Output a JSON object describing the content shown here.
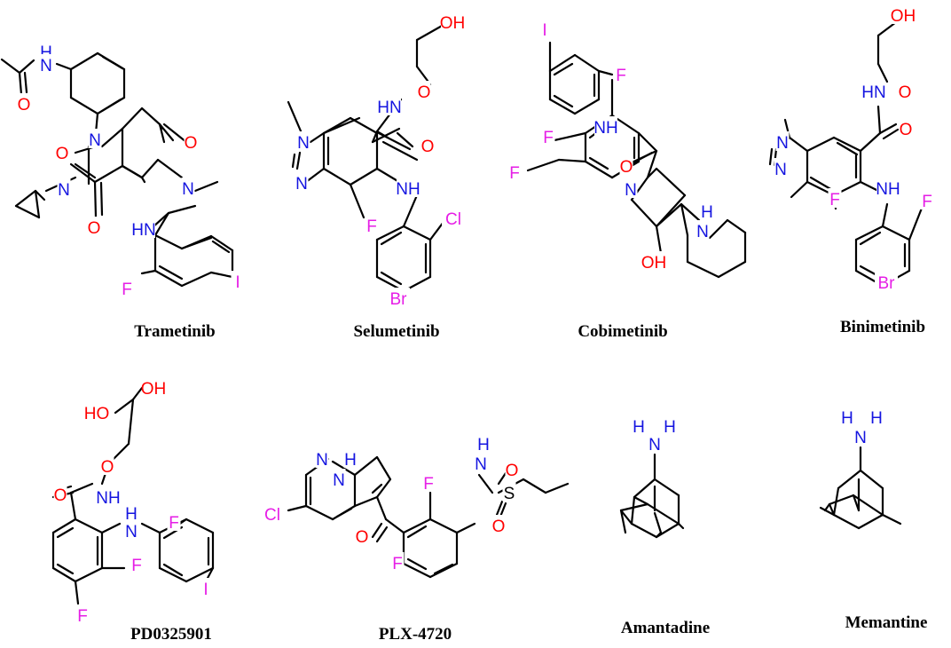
{
  "colors": {
    "bond": "#000000",
    "N": "#1414e0",
    "O": "#ff0000",
    "halogen": "#e61ee6",
    "label": "#000000"
  },
  "compounds": [
    {
      "name": "Trametinib",
      "atoms": [
        {
          "t": "H",
          "e": "N"
        },
        {
          "t": "N",
          "e": "N"
        },
        {
          "t": "O",
          "e": "O"
        },
        {
          "t": "N",
          "e": "N"
        },
        {
          "t": "O",
          "e": "O"
        },
        {
          "t": "O",
          "e": "O"
        },
        {
          "t": "N",
          "e": "N"
        },
        {
          "t": "N",
          "e": "N"
        },
        {
          "t": "O",
          "e": "O"
        },
        {
          "t": "HN",
          "e": "N"
        },
        {
          "t": "F",
          "e": "X"
        },
        {
          "t": "I",
          "e": "X"
        }
      ]
    },
    {
      "name": "Selumetinib",
      "atoms": [
        {
          "t": "OH",
          "e": "O"
        },
        {
          "t": "O",
          "e": "O"
        },
        {
          "t": "HN",
          "e": "N"
        },
        {
          "t": "O",
          "e": "O"
        },
        {
          "t": "N",
          "e": "N"
        },
        {
          "t": "N",
          "e": "N"
        },
        {
          "t": "NH",
          "e": "N"
        },
        {
          "t": "F",
          "e": "X"
        },
        {
          "t": "Cl",
          "e": "X"
        },
        {
          "t": "Br",
          "e": "X"
        }
      ]
    },
    {
      "name": "Cobimetinib",
      "atoms": [
        {
          "t": "I",
          "e": "X"
        },
        {
          "t": "F",
          "e": "X"
        },
        {
          "t": "NH",
          "e": "N"
        },
        {
          "t": "F",
          "e": "X"
        },
        {
          "t": "F",
          "e": "X"
        },
        {
          "t": "O",
          "e": "O"
        },
        {
          "t": "N",
          "e": "N"
        },
        {
          "t": "H",
          "e": "N"
        },
        {
          "t": "N",
          "e": "N"
        },
        {
          "t": "OH",
          "e": "O"
        }
      ]
    },
    {
      "name": "Binimetinib",
      "atoms": [
        {
          "t": "OH",
          "e": "O"
        },
        {
          "t": "HN",
          "e": "N"
        },
        {
          "t": "O",
          "e": "O"
        },
        {
          "t": "O",
          "e": "O"
        },
        {
          "t": "N",
          "e": "N"
        },
        {
          "t": "N",
          "e": "N"
        },
        {
          "t": "NH",
          "e": "N"
        },
        {
          "t": "F",
          "e": "X"
        },
        {
          "t": "F",
          "e": "X"
        },
        {
          "t": "Br",
          "e": "X"
        }
      ]
    },
    {
      "name": "PD0325901",
      "atoms": [
        {
          "t": "OH",
          "e": "O"
        },
        {
          "t": "HO",
          "e": "O"
        },
        {
          "t": "O",
          "e": "O"
        },
        {
          "t": "O",
          "e": "O"
        },
        {
          "t": "NH",
          "e": "N"
        },
        {
          "t": "H",
          "e": "N"
        },
        {
          "t": "N",
          "e": "N"
        },
        {
          "t": "F",
          "e": "X"
        },
        {
          "t": "F",
          "e": "X"
        },
        {
          "t": "F",
          "e": "X"
        },
        {
          "t": "I",
          "e": "X"
        }
      ]
    },
    {
      "name": "PLX-4720",
      "atoms": [
        {
          "t": "N",
          "e": "N"
        },
        {
          "t": "H",
          "e": "N"
        },
        {
          "t": "N",
          "e": "N"
        },
        {
          "t": "Cl",
          "e": "X"
        },
        {
          "t": "F",
          "e": "X"
        },
        {
          "t": "H",
          "e": "N"
        },
        {
          "t": "N",
          "e": "N"
        },
        {
          "t": "O",
          "e": "O"
        },
        {
          "t": "S",
          "e": "S"
        },
        {
          "t": "O",
          "e": "O"
        },
        {
          "t": "O",
          "e": "O"
        },
        {
          "t": "F",
          "e": "X"
        }
      ]
    },
    {
      "name": "Amantadine",
      "atoms": [
        {
          "t": "H",
          "e": "N"
        },
        {
          "t": "H",
          "e": "N"
        },
        {
          "t": "N",
          "e": "N"
        }
      ]
    },
    {
      "name": "Memantine",
      "atoms": [
        {
          "t": "H",
          "e": "N"
        },
        {
          "t": "H",
          "e": "N"
        },
        {
          "t": "N",
          "e": "N"
        }
      ]
    }
  ]
}
